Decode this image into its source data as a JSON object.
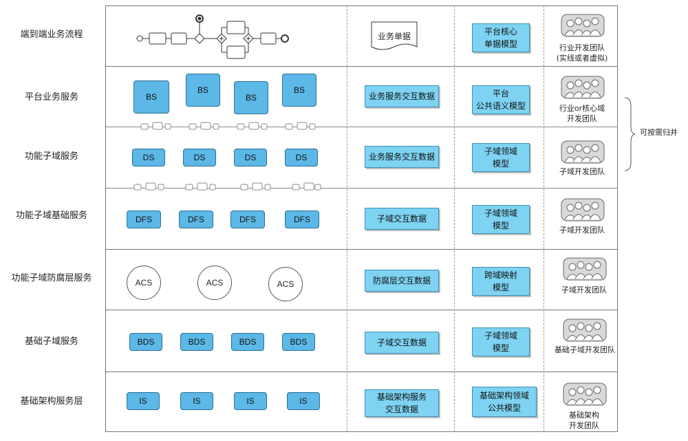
{
  "rows": [
    {
      "label": "端到端业务流程"
    },
    {
      "label": "平台业务服务"
    },
    {
      "label": "功能子域服务"
    },
    {
      "label": "功能子域基础服务"
    },
    {
      "label": "功能子域防腐层服务"
    },
    {
      "label": "基础子域服务"
    },
    {
      "label": "基础架构服务层"
    }
  ],
  "services": {
    "bs": [
      "BS",
      "BS",
      "BS",
      "BS"
    ],
    "ds": [
      "DS",
      "DS",
      "DS",
      "DS"
    ],
    "dfs": [
      "DFS",
      "DFS",
      "DFS",
      "DFS"
    ],
    "acs": [
      "ACS",
      "ACS",
      "ACS"
    ],
    "bds": [
      "BDS",
      "BDS",
      "BDS",
      "BDS"
    ],
    "is": [
      "IS",
      "IS",
      "IS",
      "IS"
    ]
  },
  "data_col": {
    "doc": "业务单据",
    "items": [
      "业务服务交互数据",
      "业务服务交互数据",
      "子域交互数据",
      "防腐层交互数据",
      "子域交互数据",
      "基础架构服务\n交互数据"
    ]
  },
  "model_col": {
    "items": [
      "平台核心\n单据模型",
      "平台\n公共语义模型",
      "子域领域\n模型",
      "子域领域\n模型",
      "跨域映射\n模型",
      "子域领域\n模型",
      "基础架构领域\n公共模型"
    ]
  },
  "team_col": {
    "items": [
      "行业开发团队\n(实线或者虚拟)",
      "行业or核心域\n开发团队",
      "子域开发团队",
      "子域开发团队",
      "子域开发团队",
      "基础子域开发团队",
      "基础架构\n开发团队"
    ]
  },
  "side_note": "可按需归并"
}
